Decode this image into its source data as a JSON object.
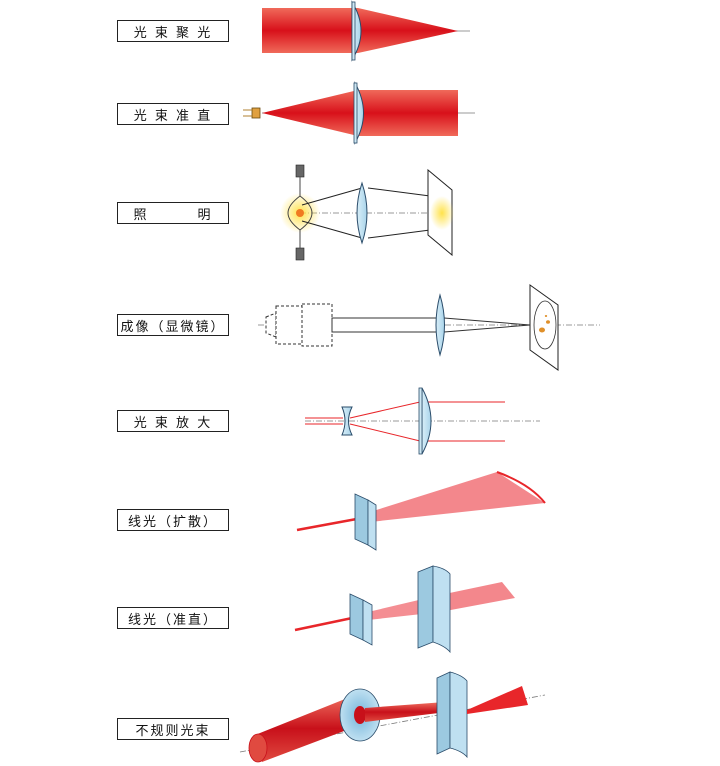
{
  "rows": [
    {
      "label": "光 束 聚 光"
    },
    {
      "label": "光 束 准 直"
    },
    {
      "label": "照        明"
    },
    {
      "label": "成像（显微镜）"
    },
    {
      "label": "光 束 放 大"
    },
    {
      "label": "线光（扩散）"
    },
    {
      "label": "线光（准直）"
    },
    {
      "label": "不规则光束"
    }
  ],
  "colors": {
    "beam": "#e8262a",
    "beamLight": "#f07a7c",
    "lens": "#bcdff0",
    "lensEdge": "#2a4c6a",
    "axis": "#777777",
    "lamp": "#f5c400"
  }
}
